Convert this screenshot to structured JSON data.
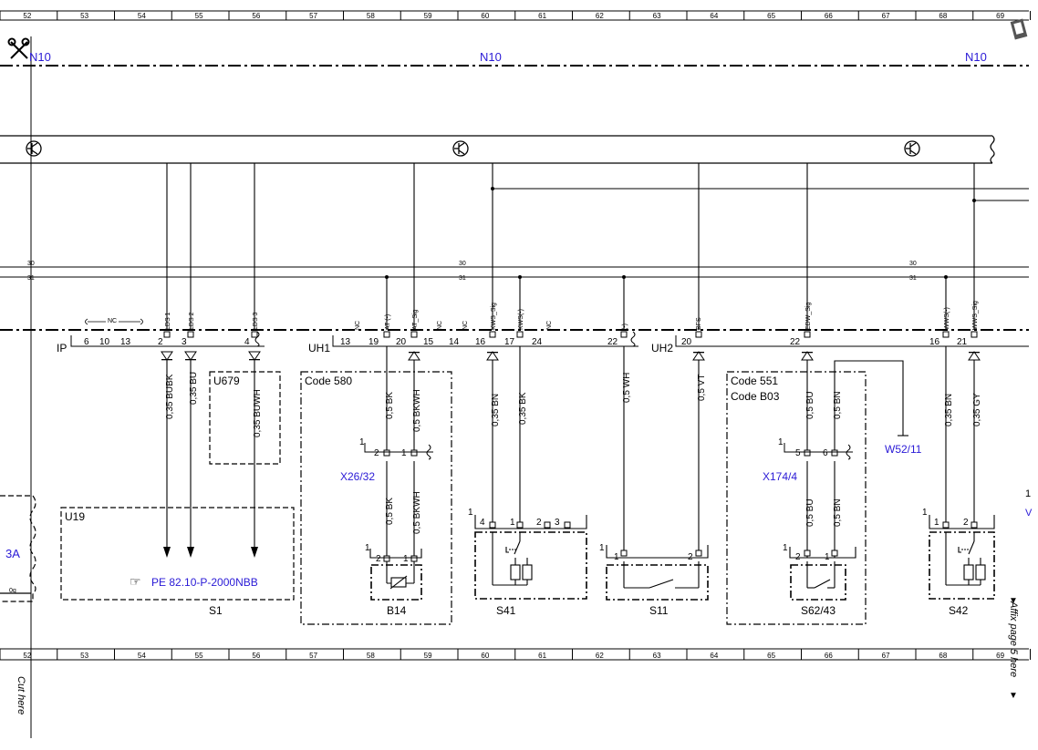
{
  "ruler": {
    "top_columns": [
      "52",
      "53",
      "54",
      "55",
      "56",
      "57",
      "58",
      "59",
      "60",
      "61",
      "62",
      "63",
      "64",
      "65",
      "66",
      "67",
      "68",
      "69"
    ],
    "bottom_columns": [
      "52",
      "53",
      "54",
      "55",
      "56",
      "57",
      "58",
      "59",
      "60",
      "61",
      "62",
      "63",
      "64",
      "65",
      "66",
      "67",
      "68",
      "69"
    ]
  },
  "module": {
    "n10_left": "N10",
    "n10_mid": "N10",
    "n10_right": "N10"
  },
  "bus": {
    "l30a": "30",
    "l31a": "31",
    "l30b": "30",
    "l31b": "31",
    "l30c": "30",
    "l31c": "31"
  },
  "connectors": {
    "ip": {
      "name": "IP",
      "nc": "NC",
      "pins": [
        "6",
        "10",
        "13",
        "2",
        "3",
        "4"
      ]
    },
    "uh1": {
      "name": "UH1",
      "pins": [
        "13",
        "19",
        "20",
        "15",
        "14",
        "16",
        "17",
        "24",
        "22"
      ]
    },
    "uh2": {
      "name": "UH2",
      "pins": [
        "20",
        "22",
        "16",
        "21"
      ]
    }
  },
  "signals": {
    "lds1": "LDS 1",
    "lds2": "LDS 2",
    "lds3": "LDS 3",
    "nc1": "NC",
    "at_minus": "AT (-)",
    "at_sig": "AT_Sig",
    "nc2": "NC",
    "nc3": "NC",
    "kws_sig": "KWS_Sig",
    "kws_minus": "KWS(-)",
    "nc4": "NC",
    "minus": "(-)",
    "bfs": "BFS",
    "edw_sig": "EDW_Sig",
    "wws_minus": "WWS(-)",
    "wws_sig": "WWS_Sig"
  },
  "wires": {
    "w1": "0,35 BUBK",
    "w2": "0,35 BU",
    "w3": "0,35 BUWH",
    "w4": "0,5 BK",
    "w5": "0,5 BKWH",
    "w6": "0,5 BK",
    "w7": "0,5 BKWH",
    "w8": "0,35 BN",
    "w9": "0,35 BK",
    "w10": "0,5 WH",
    "w11": "0,5 VT",
    "w12": "0,5 BU",
    "w13": "0,5 BN",
    "w14": "0,5 BU",
    "w15": "0,5 BN",
    "w16": "0,35 BN",
    "w17": "0,35 GY"
  },
  "boxes": {
    "u679": "U679",
    "code580": "Code 580",
    "code551": "Code 551",
    "codeb03": "Code B03",
    "u19": "U19",
    "pe_ref": "PE 82.10-P-2000NBB",
    "x26": "X26/32",
    "x174": "X174/4",
    "w52": "W52/11",
    "left_fragment": "3A",
    "left_fragment2": "0g",
    "right_frag1": "1",
    "right_frag2": "V"
  },
  "x26_pins": [
    "1",
    "2",
    "1"
  ],
  "x174_pins": [
    "1",
    "5",
    "6"
  ],
  "components": {
    "s1": "S1",
    "b14": "B14",
    "s41": "S41",
    "s11": "S11",
    "s62": "S62/43",
    "s42": "S42",
    "b14_pins": [
      "1",
      "2",
      "1"
    ],
    "s41_pins": [
      "1",
      "4",
      "1",
      "2",
      "3"
    ],
    "s11_pins": [
      "1",
      "1",
      "2"
    ],
    "s62_pins": [
      "1",
      "2",
      "1"
    ],
    "s42_pins": [
      "1",
      "1",
      "2"
    ]
  },
  "margin": {
    "cut_here": "Cut here",
    "affix": "Affix page 5 here"
  }
}
